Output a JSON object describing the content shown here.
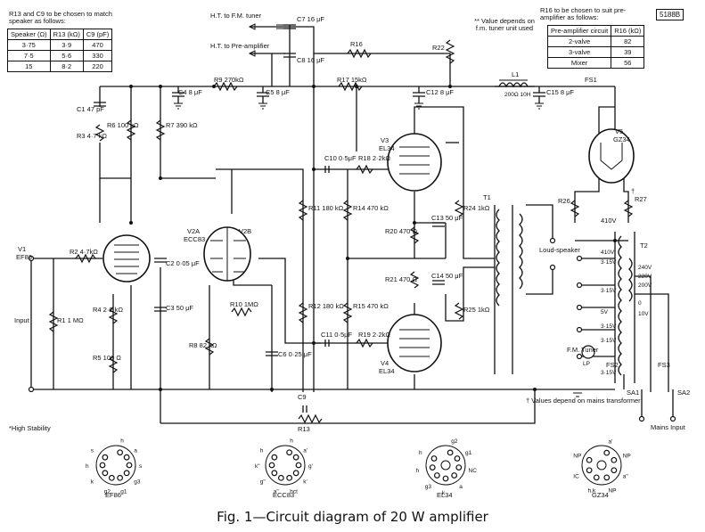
{
  "figure_id": "5188B",
  "caption": "Fig. 1—Circuit diagram of 20 W amplifier",
  "notes": {
    "r13_c9_note": "R13 and C9 to be chosen to match speaker as follows:",
    "r16_note": "R16 to be chosen to suit pre-amplifier as follows:",
    "r22_note": "** Value depends on f.m. tuner unit used",
    "high_stability": "*High Stability",
    "transformer_note": "† Values depend on mains transformer"
  },
  "speaker_table": {
    "headers": [
      "Speaker (Ω)",
      "R13 (kΩ)",
      "C9 (pF)"
    ],
    "rows": [
      [
        "3·75",
        "3·9",
        "470"
      ],
      [
        "7·5",
        "5·6",
        "330"
      ],
      [
        "15",
        "8·2",
        "220"
      ]
    ]
  },
  "preamp_table": {
    "headers": [
      "Pre-amplifier circuit",
      "R16 (kΩ)"
    ],
    "rows": [
      [
        "2-valve",
        "82"
      ],
      [
        "3-valve",
        "39"
      ],
      [
        "Mixer",
        "56"
      ]
    ]
  },
  "labels": {
    "ht_tuner": "H.T. to F.M. tuner",
    "ht_preamp": "H.T. to Pre-amplifier",
    "input": "Input",
    "loudspeaker": "Loud-speaker",
    "fm_tuner": "F.M. Tuner",
    "lp": "LP",
    "mains_input": "Mains Input",
    "t1": "T1",
    "t2": "T2",
    "fs1": "FS1",
    "fs2": "FS2",
    "fs3": "FS3",
    "sa1": "SA1",
    "sa2": "SA2",
    "l1": "L1",
    "l1_val": "200Ω 10H",
    "v410": "410V",
    "v315a": "3·15V",
    "v410b": "410V",
    "v315b": "3·15V",
    "v315c": "3·15V",
    "v5v": "5V",
    "v315d": "3·15V",
    "v315e": "3·15V",
    "v240": "240V",
    "v220": "220V",
    "v200": "200V",
    "v0": "0",
    "v10": "10V",
    "dagger": "†"
  },
  "valves": {
    "v1": {
      "name": "V1",
      "type": "EF86"
    },
    "v2a": {
      "name": "V2A",
      "type": "ECC83"
    },
    "v2b": {
      "name": "V2B"
    },
    "v3": {
      "name": "V3",
      "type": "EL34"
    },
    "v4": {
      "name": "V4",
      "type": "EL34"
    },
    "v5": {
      "name": "V5",
      "type": "GZ34"
    }
  },
  "components": {
    "c7": "C7 16 μF",
    "c8": "C8 16 μF",
    "r16": "R16",
    "r22": "R22",
    "c4": "C4 8 μF",
    "r9": "R9 270kΩ",
    "c5": "C5 8 μF",
    "r17": "R17 15kΩ",
    "c12": "C12 8 μF",
    "c15": "C15 8 μF",
    "c1": "C1 47 pF",
    "r3": "R3 4·7 kΩ",
    "r6": "R6 100 kΩ",
    "r7": "R7 390 kΩ",
    "c10": "C10 0·5μF",
    "r18": "R18 2·2kΩ",
    "r11": "R11 180 kΩ",
    "r14": "R14 470 kΩ",
    "r24": "R24 1kΩ",
    "r20": "R20 470 Ω",
    "c13": "C13 50 μF",
    "r21": "R21 470 Ω",
    "c14": "C14 50 μF",
    "r25": "R25 1kΩ",
    "r26": "R26",
    "r27": "R27",
    "r2": "R2 4·7kΩ",
    "c2": "C2 0·05 μF",
    "c3": "C3 50 μF",
    "r4": "R4 2·2 kΩ",
    "r1": "R1 1 MΩ",
    "r5": "R5 100 Ω",
    "r10": "R10 1MΩ",
    "r12": "R12 180 kΩ",
    "r15": "R15 470 kΩ",
    "r8": "R8 82 kΩ",
    "c6": "C6 0·25 μF",
    "c11": "C11 0·5μF",
    "r19": "R19 2·2kΩ",
    "c9": "C9",
    "r13": "R13"
  },
  "pinouts": [
    {
      "type": "EF86",
      "pins": [
        "h",
        "a",
        "s",
        "g3",
        "g1",
        "g2",
        "k",
        "h",
        "s"
      ]
    },
    {
      "type": "ECC83",
      "pins": [
        "h",
        "a'",
        "g'",
        "k'",
        "hct",
        "a\"",
        "g\"",
        "k\"",
        "h"
      ]
    },
    {
      "type": "EL34",
      "pins": [
        "g2",
        "g1",
        "NC",
        "a",
        "k",
        "g3",
        "h",
        "h"
      ]
    },
    {
      "type": "GZ34",
      "pins": [
        "a'",
        "NP",
        "a\"",
        "NP",
        "h,k",
        "IC",
        "NP"
      ]
    }
  ]
}
